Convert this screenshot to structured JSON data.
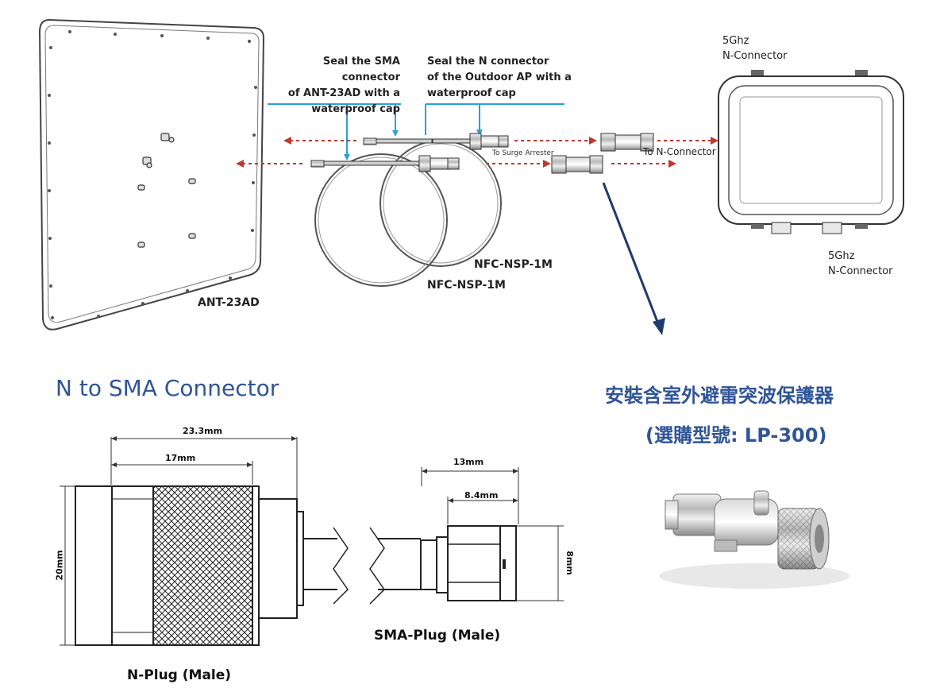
{
  "top": {
    "note_sma": [
      "Seal the SMA connector",
      "of ANT-23AD with a",
      "waterproof cap"
    ],
    "note_n": [
      "Seal the N connector",
      "of the Outdoor AP with a",
      "waterproof cap"
    ],
    "ap_label_top": [
      "5Ghz",
      "N-Connector"
    ],
    "ap_label_bottom": [
      "5Ghz",
      "N-Connector"
    ],
    "to_surge": "To Surge Arrester",
    "to_n": "To N-Connector",
    "cable_a": "NFC-NSP-1M",
    "cable_b": "NFC-NSP-1M",
    "antenna": "ANT-23AD"
  },
  "left": {
    "heading": "N to SMA Connector",
    "dim_total": "23.3mm",
    "dim_17": "17mm",
    "dim_20": "20mm",
    "n_plug": "N-Plug (Male)",
    "dim_13": "13mm",
    "dim_84": "8.4mm",
    "dim_8": "8mm",
    "sma_plug": "SMA-Plug (Male)"
  },
  "right": {
    "heading_line1": "安裝含室外避雷突波保護器",
    "heading_line2": "(選購型號: LP-300)"
  }
}
